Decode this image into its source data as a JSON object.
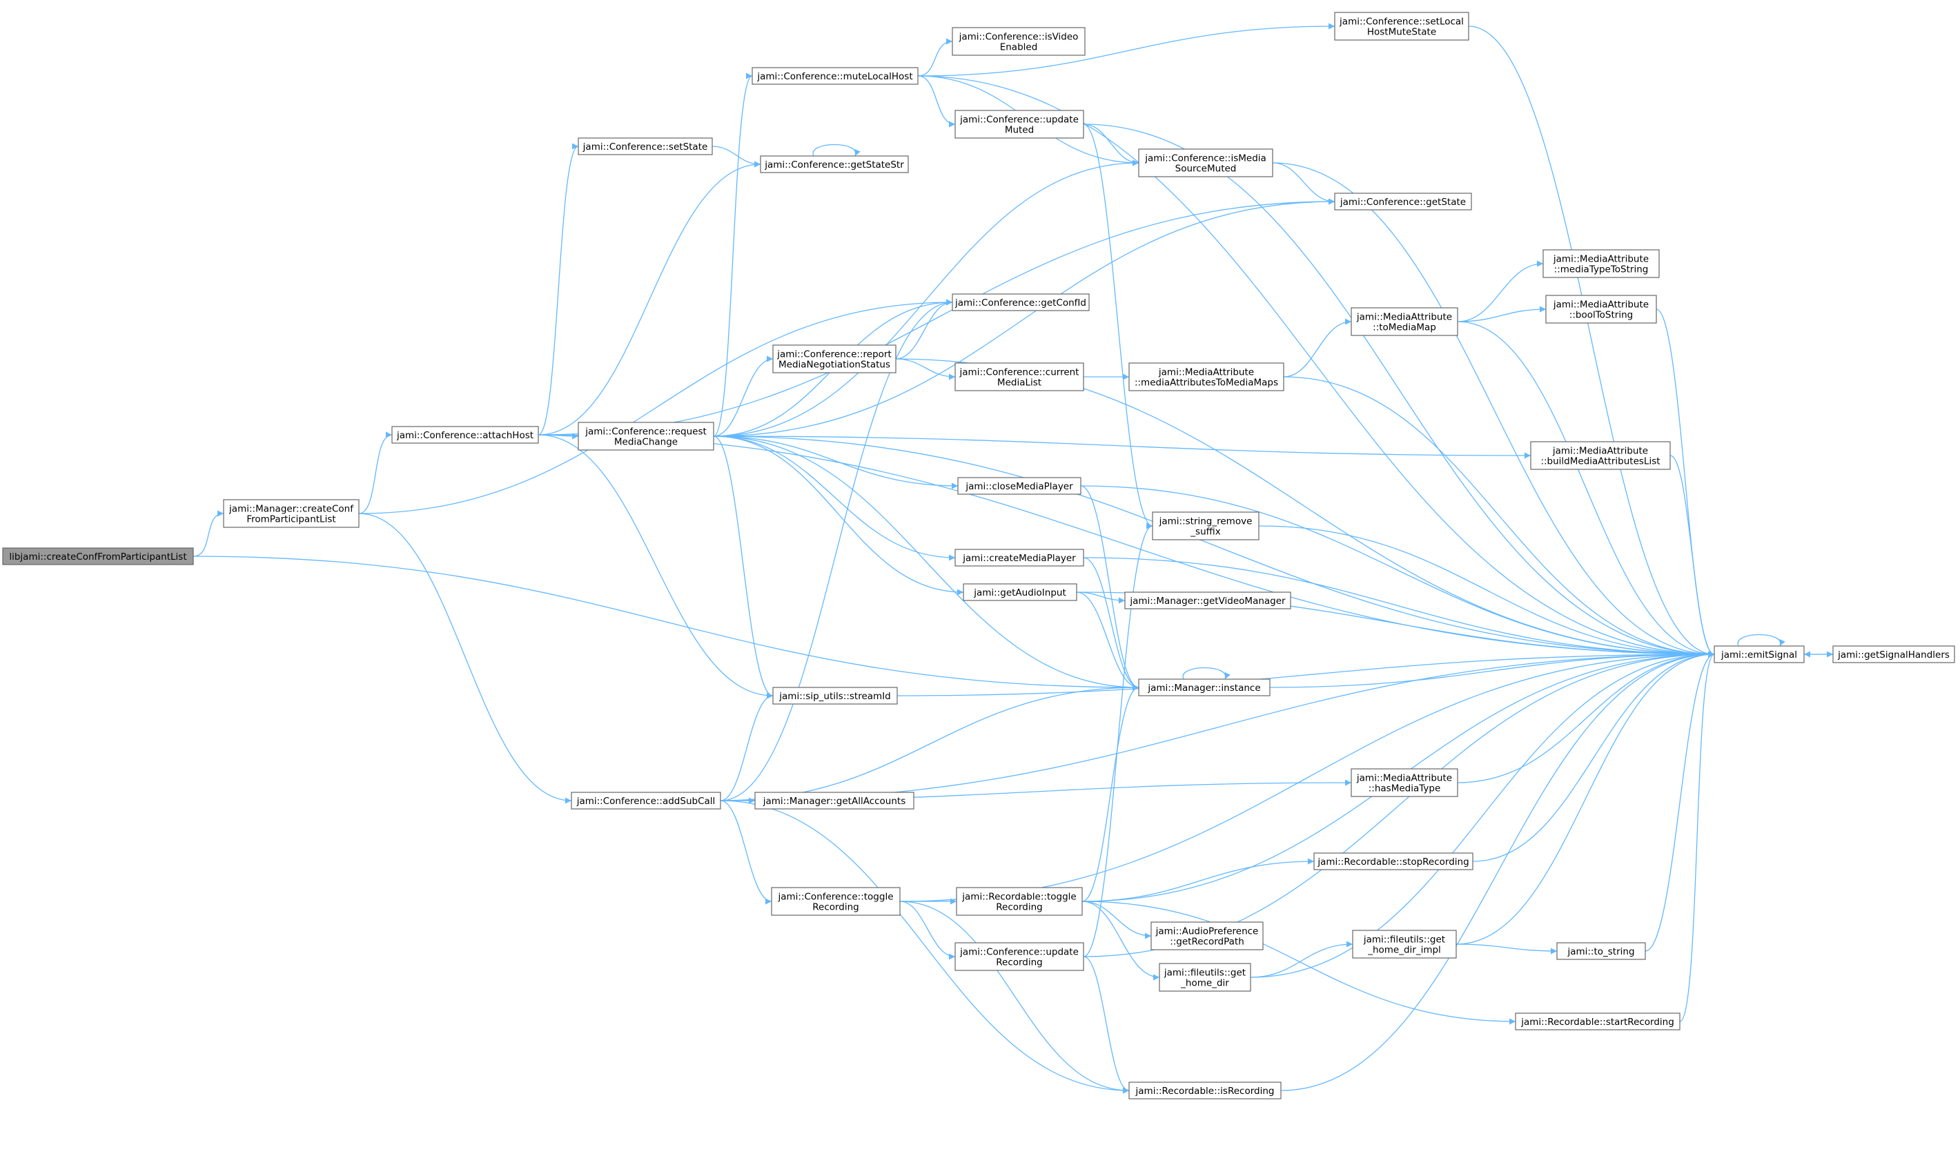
{
  "graph": {
    "edge_color": "#63b8ff",
    "root_fill": "#999999",
    "node_border": "#666666",
    "nodes": [
      {
        "id": "createConfFromParticipantList",
        "lines": [
          "libjami::createConfFromParticipantList"
        ]
      },
      {
        "id": "mgr_createConf",
        "lines": [
          "jami::Manager::createConf",
          "FromParticipantList"
        ]
      },
      {
        "id": "attachHost",
        "lines": [
          "jami::Conference::attachHost"
        ]
      },
      {
        "id": "addSubCall",
        "lines": [
          "jami::Conference::addSubCall"
        ]
      },
      {
        "id": "setState",
        "lines": [
          "jami::Conference::setState"
        ]
      },
      {
        "id": "requestMediaChange",
        "lines": [
          "jami::Conference::request",
          "MediaChange"
        ]
      },
      {
        "id": "muteLocalHost",
        "lines": [
          "jami::Conference::muteLocalHost"
        ]
      },
      {
        "id": "getStateStr",
        "lines": [
          "jami::Conference::getStateStr"
        ]
      },
      {
        "id": "reportMediaNeg",
        "lines": [
          "jami::Conference::report",
          "MediaNegotiationStatus"
        ]
      },
      {
        "id": "streamId",
        "lines": [
          "jami::sip_utils::streamId"
        ]
      },
      {
        "id": "getAllAccounts",
        "lines": [
          "jami::Manager::getAllAccounts"
        ]
      },
      {
        "id": "toggleRecordingConf",
        "lines": [
          "jami::Conference::toggle",
          "Recording"
        ]
      },
      {
        "id": "isVideoEnabled",
        "lines": [
          "jami::Conference::isVideo",
          "Enabled"
        ]
      },
      {
        "id": "updateMuted",
        "lines": [
          "jami::Conference::update",
          "Muted"
        ]
      },
      {
        "id": "getConfId",
        "lines": [
          "jami::Conference::getConfId"
        ]
      },
      {
        "id": "currentMediaList",
        "lines": [
          "jami::Conference::current",
          "MediaList"
        ]
      },
      {
        "id": "closeMediaPlayer",
        "lines": [
          "jami::closeMediaPlayer"
        ]
      },
      {
        "id": "createMediaPlayer",
        "lines": [
          "jami::createMediaPlayer"
        ]
      },
      {
        "id": "getAudioInput",
        "lines": [
          "jami::getAudioInput"
        ]
      },
      {
        "id": "toggleRecordingRec",
        "lines": [
          "jami::Recordable::toggle",
          "Recording"
        ]
      },
      {
        "id": "updateRecording",
        "lines": [
          "jami::Conference::update",
          "Recording"
        ]
      },
      {
        "id": "isMediaSourceMuted",
        "lines": [
          "jami::Conference::isMedia",
          "SourceMuted"
        ]
      },
      {
        "id": "mediaAttrsToMaps",
        "lines": [
          "jami::MediaAttribute",
          "::mediaAttributesToMediaMaps"
        ]
      },
      {
        "id": "stringRemoveSuffix",
        "lines": [
          "jami::string_remove",
          "_suffix"
        ]
      },
      {
        "id": "getVideoManager",
        "lines": [
          "jami::Manager::getVideoManager"
        ]
      },
      {
        "id": "managerInstance",
        "lines": [
          "jami::Manager::instance"
        ]
      },
      {
        "id": "getRecordPath",
        "lines": [
          "jami::AudioPreference",
          "::getRecordPath"
        ]
      },
      {
        "id": "getHomeDir",
        "lines": [
          "jami::fileutils::get",
          "_home_dir"
        ]
      },
      {
        "id": "isRecording",
        "lines": [
          "jami::Recordable::isRecording"
        ]
      },
      {
        "id": "setLocalHostMuteState",
        "lines": [
          "jami::Conference::setLocal",
          "HostMuteState"
        ]
      },
      {
        "id": "getState",
        "lines": [
          "jami::Conference::getState"
        ]
      },
      {
        "id": "toMediaMap",
        "lines": [
          "jami::MediaAttribute",
          "::toMediaMap"
        ]
      },
      {
        "id": "hasMediaType",
        "lines": [
          "jami::MediaAttribute",
          "::hasMediaType"
        ]
      },
      {
        "id": "stopRecording",
        "lines": [
          "jami::Recordable::stopRecording"
        ]
      },
      {
        "id": "getHomeDirImpl",
        "lines": [
          "jami::fileutils::get",
          "_home_dir_impl"
        ]
      },
      {
        "id": "mediaTypeToString",
        "lines": [
          "jami::MediaAttribute",
          "::mediaTypeToString"
        ]
      },
      {
        "id": "boolToString",
        "lines": [
          "jami::MediaAttribute",
          "::boolToString"
        ]
      },
      {
        "id": "buildMediaAttrsList",
        "lines": [
          "jami::MediaAttribute",
          "::buildMediaAttributesList"
        ]
      },
      {
        "id": "toString",
        "lines": [
          "jami::to_string"
        ]
      },
      {
        "id": "startRecording",
        "lines": [
          "jami::Recordable::startRecording"
        ]
      },
      {
        "id": "emitSignal",
        "lines": [
          "jami::emitSignal"
        ]
      },
      {
        "id": "getSignalHandlers",
        "lines": [
          "jami::getSignalHandlers"
        ]
      }
    ],
    "edges": [
      [
        "createConfFromParticipantList",
        "mgr_createConf"
      ],
      [
        "createConfFromParticipantList",
        "managerInstance"
      ],
      [
        "mgr_createConf",
        "attachHost"
      ],
      [
        "mgr_createConf",
        "addSubCall"
      ],
      [
        "mgr_createConf",
        "getConfId"
      ],
      [
        "attachHost",
        "setState"
      ],
      [
        "attachHost",
        "getStateStr"
      ],
      [
        "attachHost",
        "requestMediaChange"
      ],
      [
        "attachHost",
        "getState"
      ],
      [
        "attachHost",
        "streamId"
      ],
      [
        "attachHost",
        "emitSignal"
      ],
      [
        "setState",
        "getStateStr"
      ],
      [
        "getStateStr",
        "getStateStr"
      ],
      [
        "requestMediaChange",
        "muteLocalHost"
      ],
      [
        "requestMediaChange",
        "getConfId"
      ],
      [
        "requestMediaChange",
        "reportMediaNeg"
      ],
      [
        "requestMediaChange",
        "isMediaSourceMuted"
      ],
      [
        "requestMediaChange",
        "getState"
      ],
      [
        "requestMediaChange",
        "closeMediaPlayer"
      ],
      [
        "requestMediaChange",
        "createMediaPlayer"
      ],
      [
        "requestMediaChange",
        "getAudioInput"
      ],
      [
        "requestMediaChange",
        "streamId"
      ],
      [
        "requestMediaChange",
        "managerInstance"
      ],
      [
        "requestMediaChange",
        "buildMediaAttrsList"
      ],
      [
        "requestMediaChange",
        "emitSignal"
      ],
      [
        "muteLocalHost",
        "isVideoEnabled"
      ],
      [
        "muteLocalHost",
        "updateMuted"
      ],
      [
        "muteLocalHost",
        "setLocalHostMuteState"
      ],
      [
        "muteLocalHost",
        "isMediaSourceMuted"
      ],
      [
        "muteLocalHost",
        "emitSignal"
      ],
      [
        "updateMuted",
        "isMediaSourceMuted"
      ],
      [
        "updateMuted",
        "stringRemoveSuffix"
      ],
      [
        "updateMuted",
        "emitSignal"
      ],
      [
        "isMediaSourceMuted",
        "getState"
      ],
      [
        "isMediaSourceMuted",
        "emitSignal"
      ],
      [
        "setLocalHostMuteState",
        "emitSignal"
      ],
      [
        "reportMediaNeg",
        "getConfId"
      ],
      [
        "reportMediaNeg",
        "currentMediaList"
      ],
      [
        "reportMediaNeg",
        "emitSignal"
      ],
      [
        "currentMediaList",
        "mediaAttrsToMaps"
      ],
      [
        "mediaAttrsToMaps",
        "toMediaMap"
      ],
      [
        "mediaAttrsToMaps",
        "emitSignal"
      ],
      [
        "toMediaMap",
        "mediaTypeToString"
      ],
      [
        "toMediaMap",
        "boolToString"
      ],
      [
        "toMediaMap",
        "emitSignal"
      ],
      [
        "boolToString",
        "emitSignal"
      ],
      [
        "buildMediaAttrsList",
        "emitSignal"
      ],
      [
        "closeMediaPlayer",
        "managerInstance"
      ],
      [
        "closeMediaPlayer",
        "emitSignal"
      ],
      [
        "createMediaPlayer",
        "managerInstance"
      ],
      [
        "createMediaPlayer",
        "emitSignal"
      ],
      [
        "getAudioInput",
        "getVideoManager"
      ],
      [
        "getAudioInput",
        "managerInstance"
      ],
      [
        "getAudioInput",
        "emitSignal"
      ],
      [
        "stringRemoveSuffix",
        "emitSignal"
      ],
      [
        "managerInstance",
        "managerInstance"
      ],
      [
        "managerInstance",
        "emitSignal"
      ],
      [
        "streamId",
        "emitSignal"
      ],
      [
        "addSubCall",
        "getConfId"
      ],
      [
        "addSubCall",
        "streamId"
      ],
      [
        "addSubCall",
        "managerInstance"
      ],
      [
        "addSubCall",
        "getAllAccounts"
      ],
      [
        "addSubCall",
        "hasMediaType"
      ],
      [
        "addSubCall",
        "toggleRecordingConf"
      ],
      [
        "addSubCall",
        "isRecording"
      ],
      [
        "addSubCall",
        "emitSignal"
      ],
      [
        "hasMediaType",
        "emitSignal"
      ],
      [
        "toggleRecordingConf",
        "toggleRecordingRec"
      ],
      [
        "toggleRecordingConf",
        "updateRecording"
      ],
      [
        "toggleRecordingConf",
        "isRecording"
      ],
      [
        "toggleRecordingConf",
        "emitSignal"
      ],
      [
        "toggleRecordingRec",
        "managerInstance"
      ],
      [
        "toggleRecordingRec",
        "stopRecording"
      ],
      [
        "toggleRecordingRec",
        "getRecordPath"
      ],
      [
        "toggleRecordingRec",
        "getHomeDir"
      ],
      [
        "toggleRecordingRec",
        "startRecording"
      ],
      [
        "toggleRecordingRec",
        "emitSignal"
      ],
      [
        "updateRecording",
        "stringRemoveSuffix"
      ],
      [
        "updateRecording",
        "isRecording"
      ],
      [
        "updateRecording",
        "emitSignal"
      ],
      [
        "stopRecording",
        "emitSignal"
      ],
      [
        "getHomeDir",
        "getHomeDirImpl"
      ],
      [
        "getHomeDir",
        "emitSignal"
      ],
      [
        "getHomeDirImpl",
        "toString"
      ],
      [
        "getHomeDirImpl",
        "emitSignal"
      ],
      [
        "toString",
        "emitSignal"
      ],
      [
        "startRecording",
        "emitSignal"
      ],
      [
        "isRecording",
        "emitSignal"
      ],
      [
        "emitSignal",
        "emitSignal"
      ],
      [
        "emitSignal",
        "getSignalHandlers"
      ],
      [
        "getSignalHandlers",
        "emitSignal"
      ]
    ]
  }
}
